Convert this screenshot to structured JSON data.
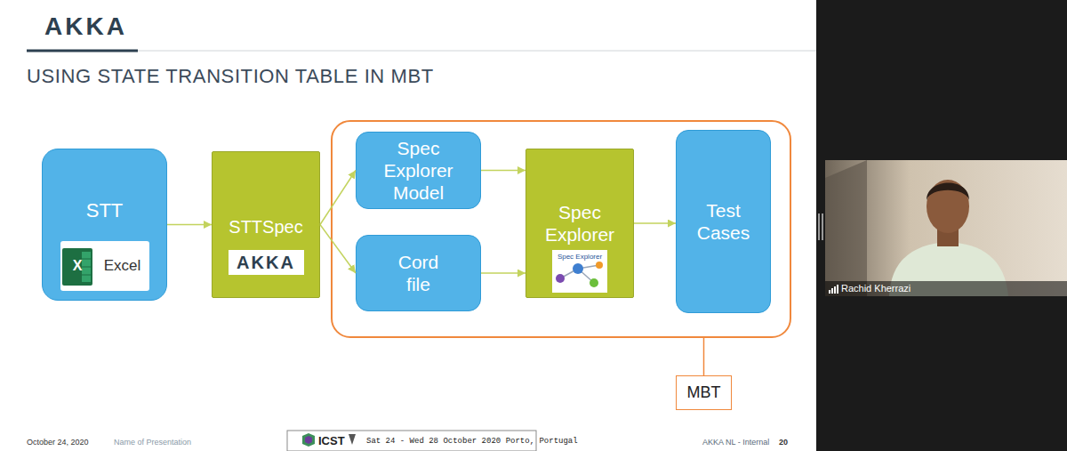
{
  "diagram": {
    "title": "USING STATE TRANSITION TABLE IN MBT",
    "nodes": [
      {
        "text": [
          "STT",
          "Excel"
        ]
      },
      {
        "text": [
          "STTSpec",
          "AKKA"
        ]
      },
      {
        "text": []
      },
      {
        "text": [
          "Spec Explorer Model"
        ],
        "in": 2
      },
      {
        "text": [
          "Cord file"
        ],
        "in": 2
      },
      {
        "text": [
          "Spec Explorer",
          "Spec Explorer"
        ],
        "in": 2
      },
      {
        "text": [
          "Test Cases"
        ],
        "in": 2
      },
      {
        "text": [
          "MBT"
        ]
      }
    ],
    "edges": [
      {
        "from": 0,
        "to": 1,
        "arrow": "to"
      },
      {
        "from": 1,
        "to": 3,
        "arrow": "to"
      },
      {
        "from": 1,
        "to": 4,
        "arrow": "to"
      },
      {
        "from": 3,
        "to": 5,
        "arrow": "to"
      },
      {
        "from": 4,
        "to": 5,
        "arrow": "to"
      },
      {
        "from": 5,
        "to": 6,
        "arrow": "to"
      },
      {
        "from": 2,
        "to": 7,
        "arrow": "none"
      }
    ],
    "labels": [
      "AKKA",
      "X",
      "October 24, 2020",
      "Name of Presentation",
      "ICST",
      "Sat 24 - Wed 28 October 2020 Porto, Portugal",
      "AKKA NL - Internal",
      "20",
      "Rachid Kherrazi"
    ]
  }
}
